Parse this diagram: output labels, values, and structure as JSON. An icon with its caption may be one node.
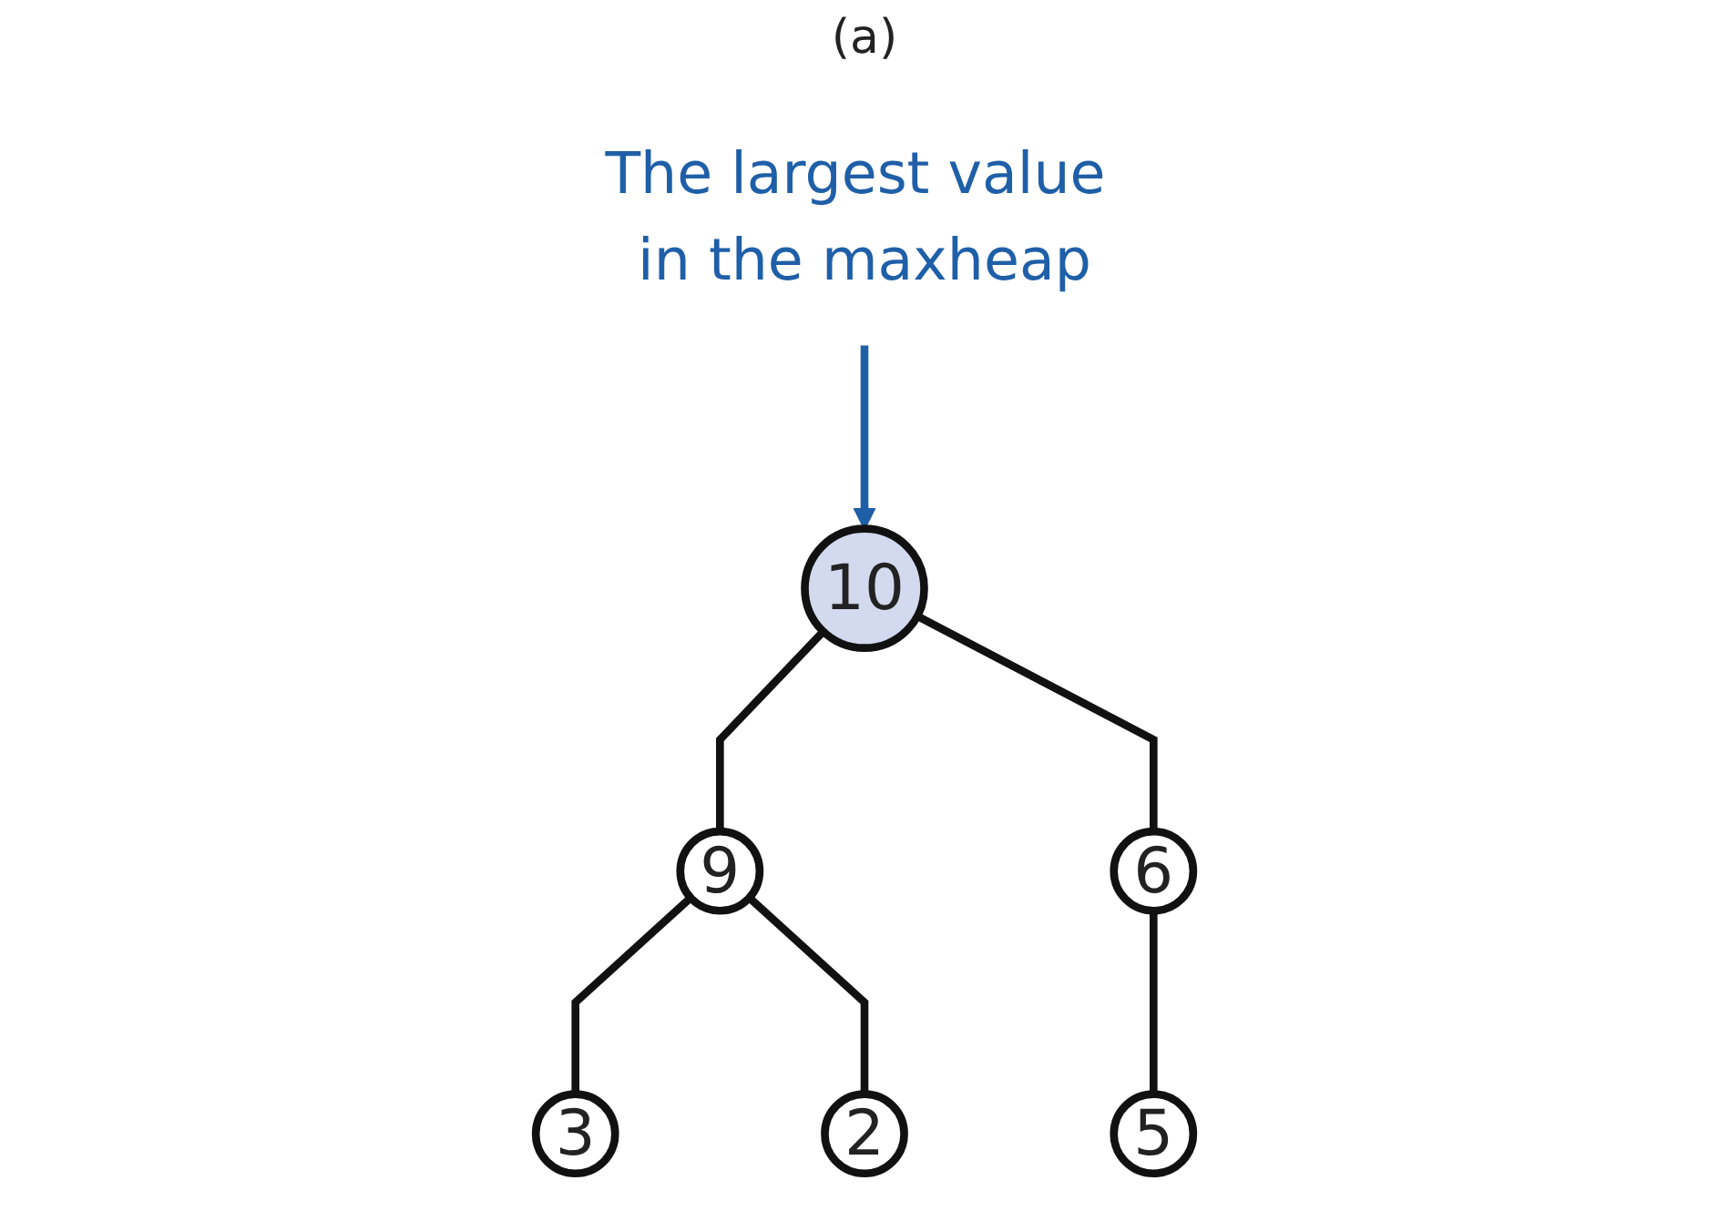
{
  "diagram": {
    "nodes": [
      {
        "text": [
          "The largest value in the maxheap"
        ]
      },
      {
        "text": [
          "10"
        ]
      },
      {
        "text": [
          "9"
        ]
      },
      {
        "text": [
          "6"
        ]
      },
      {
        "text": [
          "3"
        ]
      },
      {
        "text": [
          "2"
        ]
      },
      {
        "text": [
          "5"
        ]
      }
    ],
    "edges": [
      {
        "from": 0,
        "to": 1,
        "arrow": "to",
        "color": "#1f5fa8"
      },
      {
        "from": 1,
        "to": 2,
        "arrow": "none"
      },
      {
        "from": 1,
        "to": 3,
        "arrow": "none"
      },
      {
        "from": 2,
        "to": 4,
        "arrow": "none"
      },
      {
        "from": 2,
        "to": 5,
        "arrow": "none"
      },
      {
        "from": 3,
        "to": 6,
        "arrow": "none"
      }
    ],
    "labels": [
      "(a)"
    ]
  }
}
